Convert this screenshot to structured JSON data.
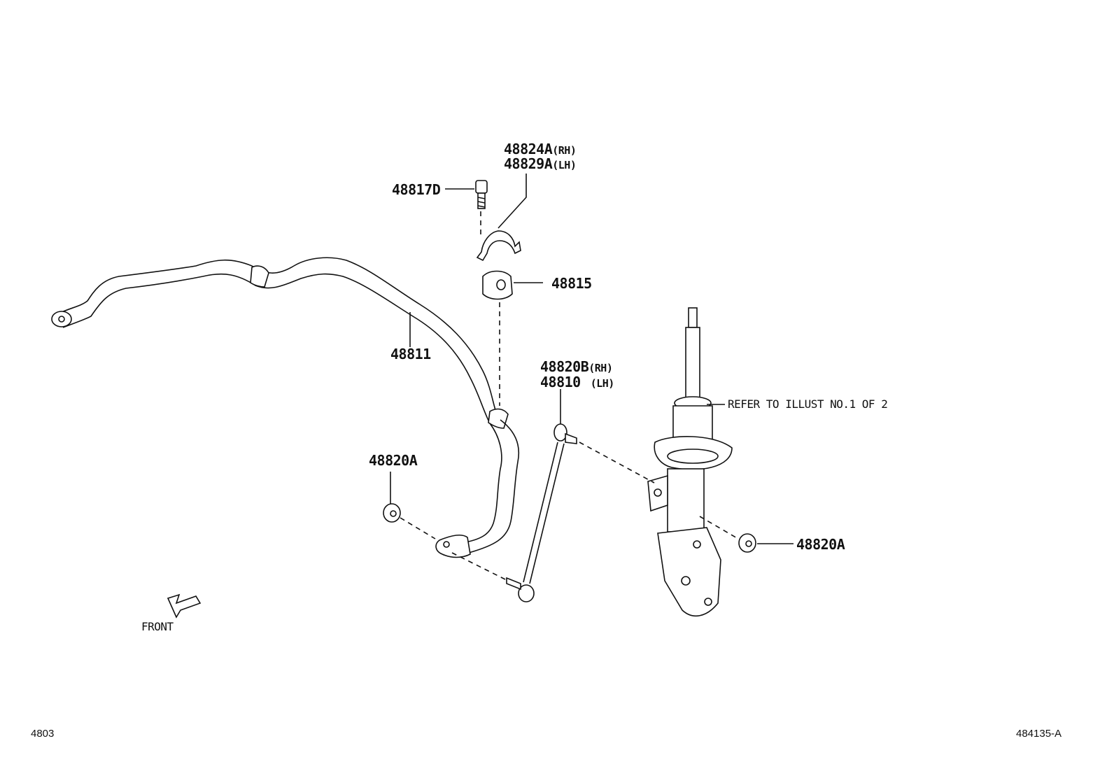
{
  "parts": {
    "p48824A": {
      "number": "48824A",
      "side": "(RH)"
    },
    "p48829A": {
      "number": "48829A",
      "side": "(LH)"
    },
    "p48817D": {
      "number": "48817D"
    },
    "p48815": {
      "number": "48815"
    },
    "p48811": {
      "number": "48811"
    },
    "p48820B": {
      "number": "48820B",
      "side": "(RH)"
    },
    "p48810": {
      "number": "48810",
      "side": "(LH)"
    },
    "p48820A_left": {
      "number": "48820A"
    },
    "p48820A_right": {
      "number": "48820A"
    },
    "refer": {
      "text": "REFER TO ILLUST NO.1 OF 2"
    }
  },
  "front_label": "FRONT",
  "footer": {
    "left": "4803",
    "right": "484135-A"
  },
  "colors": {
    "ink": "#111111",
    "background": "#ffffff"
  }
}
